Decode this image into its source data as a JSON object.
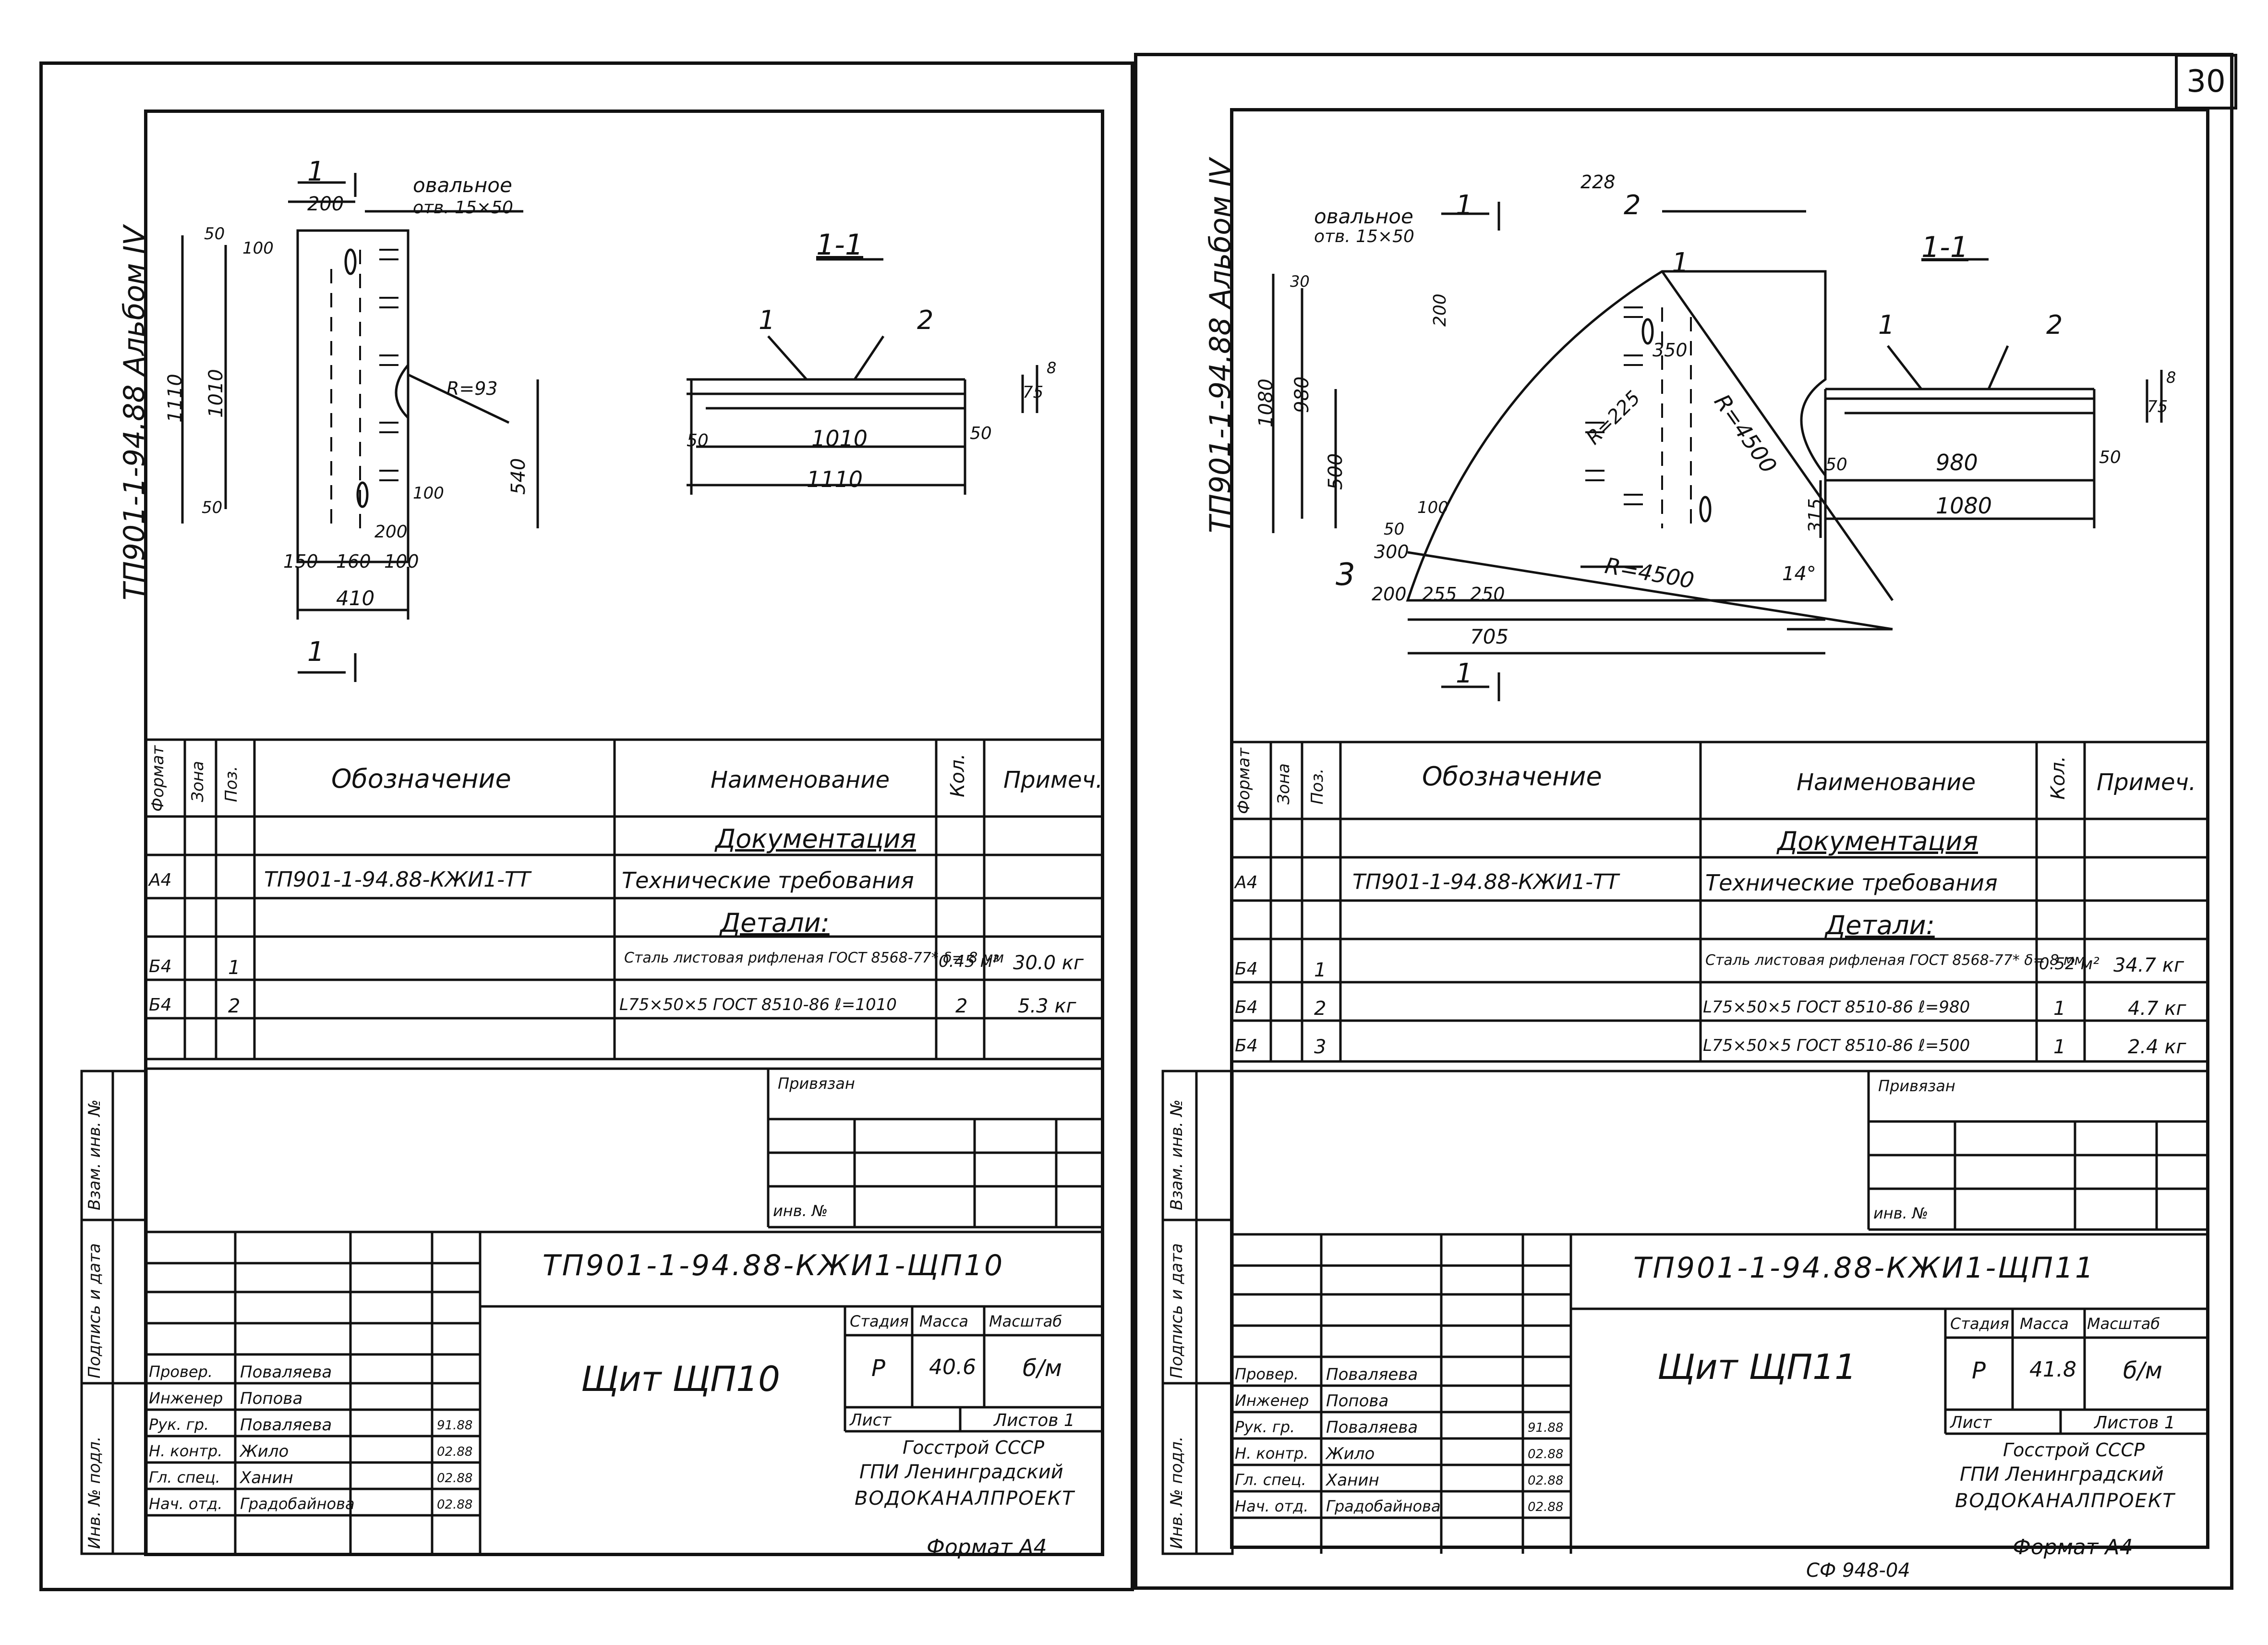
{
  "page_number": "30",
  "sheets": [
    {
      "album": "ТП901-1-94.88  Альбом IV",
      "section_label": "1-1",
      "cut_marker": "1",
      "plan_labels": {
        "oval_hole": "овальное",
        "oval_hole_size": "отв. 15×50",
        "pos1": "1",
        "pos2": "2"
      },
      "plan_dims": [
        "200",
        "50",
        "100",
        "1110",
        "1010",
        "R=93",
        "540",
        "50",
        "100",
        "200",
        "150",
        "160",
        "100",
        "410"
      ],
      "section_dims": [
        "8",
        "75",
        "50",
        "1010",
        "50",
        "1110"
      ],
      "spec_headers": [
        "Формат",
        "Зона",
        "Поз.",
        "Обозначение",
        "Наименование",
        "Кол.",
        "Примеч."
      ],
      "spec_rows": [
        {
          "format": "",
          "pos": "",
          "designation": "",
          "name": "Документация",
          "qty": "",
          "note": ""
        },
        {
          "format": "А4",
          "pos": "",
          "designation": "ТП901-1-94.88-КЖИ1-ТТ",
          "name": "Технические требования",
          "qty": "",
          "note": ""
        },
        {
          "format": "",
          "pos": "",
          "designation": "",
          "name": "Детали:",
          "qty": "",
          "note": ""
        },
        {
          "format": "Б4",
          "pos": "1",
          "designation": "",
          "name": "Сталь листовая рифленая ГОСТ 8568-77* δ= 8 мм",
          "qty": "0.45 м²",
          "note": "30.0 кг"
        },
        {
          "format": "Б4",
          "pos": "2",
          "designation": "",
          "name": "L75×50×5 ГОСТ 8510-86 ℓ=1010",
          "qty": "2",
          "note": "5.3 кг"
        },
        {
          "format": "",
          "pos": "",
          "designation": "",
          "name": "",
          "qty": "",
          "note": ""
        }
      ],
      "side_labels": [
        "Взам. инв. №",
        "Подпись и дата",
        "Инв. № подл."
      ],
      "privyazan": "Привязан",
      "inv_no": "инв. №",
      "doc_code": "ТП901-1-94.88-КЖИ1-ЩП10",
      "title": "Щит ЩП10",
      "stage_label": "Стадия",
      "mass_label": "Масса",
      "scale_label": "Масштаб",
      "stage": "Р",
      "mass": "40.6",
      "scale": "б/м",
      "sheet_label": "Лист",
      "sheets_label": "Листов 1",
      "org": [
        "Госстрой СССР",
        "ГПИ Ленинградский",
        "ВОДОКАНАЛПРОЕКТ"
      ],
      "signatories": [
        {
          "role": "Провер.",
          "name": "Поваляева",
          "date": ""
        },
        {
          "role": "Инженер",
          "name": "Попова",
          "date": ""
        },
        {
          "role": "Рук. гр.",
          "name": "Поваляева",
          "date": "91.88"
        },
        {
          "role": "Н. контр.",
          "name": "Жило",
          "date": "02.88"
        },
        {
          "role": "Гл. спец.",
          "name": "Ханин",
          "date": "02.88"
        },
        {
          "role": "Нач. отд.",
          "name": "Градобайнова",
          "date": "02.88"
        }
      ],
      "format": "Формат А4",
      "footer_code": ""
    },
    {
      "album": "ТП901-1-94.88  Альбом IV",
      "section_label": "1-1",
      "cut_marker": "1",
      "plan_labels": {
        "oval_hole": "овальное",
        "oval_hole_size": "отв. 15×50",
        "pos1": "1",
        "pos2": "2",
        "pos3": "3"
      },
      "plan_dims": [
        "228",
        "1080",
        "980",
        "200",
        "30",
        "350",
        "500",
        "R=225",
        "R=4500",
        "100",
        "50",
        "315",
        "R=4500",
        "14°",
        "300",
        "200",
        "255",
        "250",
        "705"
      ],
      "section_dims": [
        "8",
        "75",
        "50",
        "980",
        "50",
        "1080"
      ],
      "spec_headers": [
        "Формат",
        "Зона",
        "Поз.",
        "Обозначение",
        "Наименование",
        "Кол.",
        "Примеч."
      ],
      "spec_rows": [
        {
          "format": "",
          "pos": "",
          "designation": "",
          "name": "Документация",
          "qty": "",
          "note": ""
        },
        {
          "format": "А4",
          "pos": "",
          "designation": "ТП901-1-94.88-КЖИ1-ТТ",
          "name": "Технические требования",
          "qty": "",
          "note": ""
        },
        {
          "format": "",
          "pos": "",
          "designation": "",
          "name": "Детали:",
          "qty": "",
          "note": ""
        },
        {
          "format": "Б4",
          "pos": "1",
          "designation": "",
          "name": "Сталь листовая рифленая ГОСТ 8568-77* δ= 8 мм",
          "qty": "0.52 м²",
          "note": "34.7 кг"
        },
        {
          "format": "Б4",
          "pos": "2",
          "designation": "",
          "name": "L75×50×5 ГОСТ 8510-86 ℓ=980",
          "qty": "1",
          "note": "4.7 кг"
        },
        {
          "format": "Б4",
          "pos": "3",
          "designation": "",
          "name": "L75×50×5 ГОСТ 8510-86 ℓ=500",
          "qty": "1",
          "note": "2.4 кг"
        }
      ],
      "side_labels": [
        "Взам. инв. №",
        "Подпись и дата",
        "Инв. № подл."
      ],
      "privyazan": "Привязан",
      "inv_no": "инв. №",
      "doc_code": "ТП901-1-94.88-КЖИ1-ЩП11",
      "title": "Щит ЩП11",
      "stage_label": "Стадия",
      "mass_label": "Масса",
      "scale_label": "Масштаб",
      "stage": "Р",
      "mass": "41.8",
      "scale": "б/м",
      "sheet_label": "Лист",
      "sheets_label": "Листов 1",
      "org": [
        "Госстрой СССР",
        "ГПИ Ленинградский",
        "ВОДОКАНАЛПРОЕКТ"
      ],
      "signatories": [
        {
          "role": "Провер.",
          "name": "Поваляева",
          "date": ""
        },
        {
          "role": "Инженер",
          "name": "Попова",
          "date": ""
        },
        {
          "role": "Рук. гр.",
          "name": "Поваляева",
          "date": "91.88"
        },
        {
          "role": "Н. контр.",
          "name": "Жило",
          "date": "02.88"
        },
        {
          "role": "Гл. спец.",
          "name": "Ханин",
          "date": "02.88"
        },
        {
          "role": "Нач. отд.",
          "name": "Градобайнова",
          "date": "02.88"
        }
      ],
      "format": "Формат А4",
      "footer_code": "СФ 948-04"
    }
  ]
}
